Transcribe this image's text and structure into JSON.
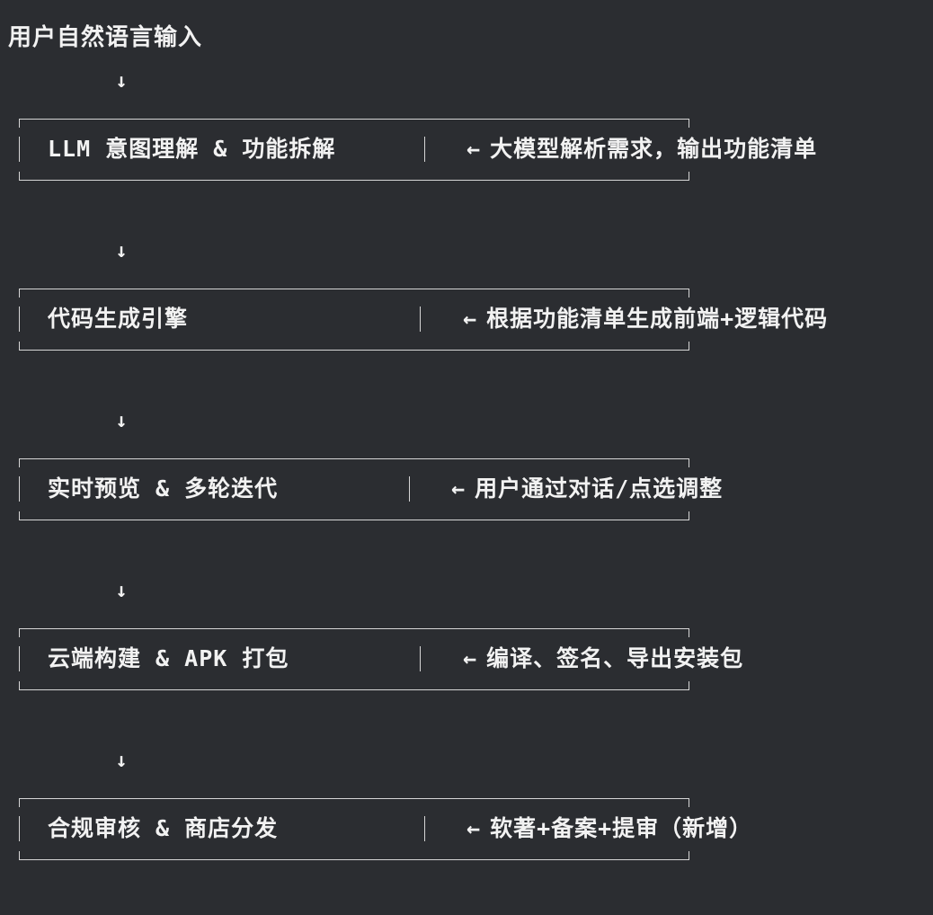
{
  "header": {
    "title": "用户自然语言输入"
  },
  "flow": {
    "arrow_glyph": "↓",
    "note_arrow_glyph": "←",
    "steps": [
      {
        "label": "LLM 意图理解 & 功能拆解",
        "note": "大模型解析需求，输出功能清单"
      },
      {
        "label": "代码生成引擎",
        "note": "根据功能清单生成前端+逻辑代码"
      },
      {
        "label": "实时预览 & 多轮迭代",
        "note": "用户通过对话/点选调整"
      },
      {
        "label": "云端构建 & APK 打包",
        "note": "编译、签名、导出安装包"
      },
      {
        "label": "合规审核 & 商店分发",
        "note": "软著+备案+提审（新增）"
      }
    ]
  },
  "colors": {
    "background": "#2b2d31",
    "text": "#f2f2f2",
    "line": "#d6d6d6"
  }
}
